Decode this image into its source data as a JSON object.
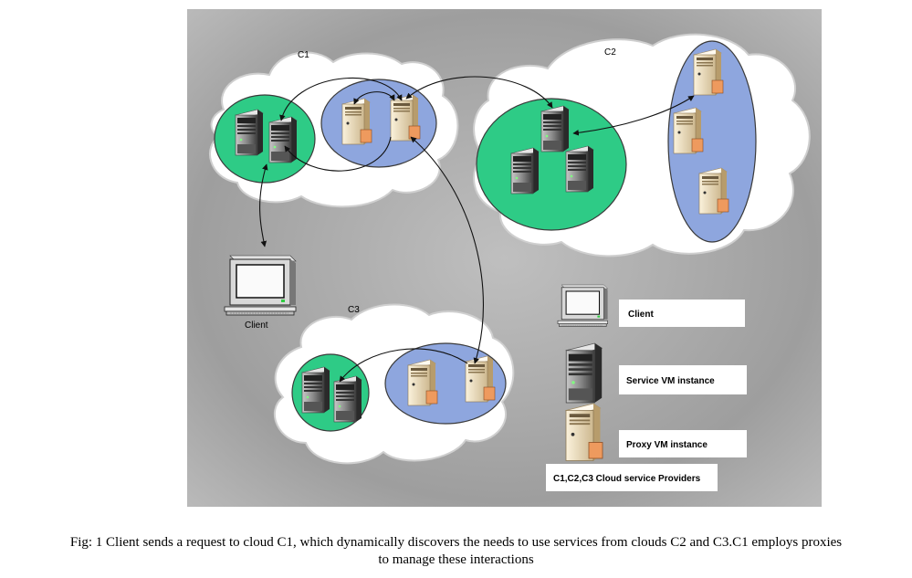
{
  "clouds": {
    "c1_label": "C1",
    "c2_label": "C2",
    "c3_label": "C3"
  },
  "client_label": "Client",
  "legend": {
    "client": "Client",
    "service_vm": "Service VM instance",
    "proxy_vm": "Proxy VM instance",
    "providers": "C1,C2,C3 Cloud service Providers"
  },
  "colors": {
    "service_cluster": "#2ecb86",
    "proxy_cluster": "#8ea6de",
    "cloud_fill": "#ffffff",
    "background_gray": "#a3a3a3"
  },
  "caption": {
    "line1": "Fig: 1 Client sends a request to cloud C1, which dynamically discovers the needs to use services from clouds C2 and C3.C1 employs proxies",
    "line2": "to manage these interactions"
  }
}
